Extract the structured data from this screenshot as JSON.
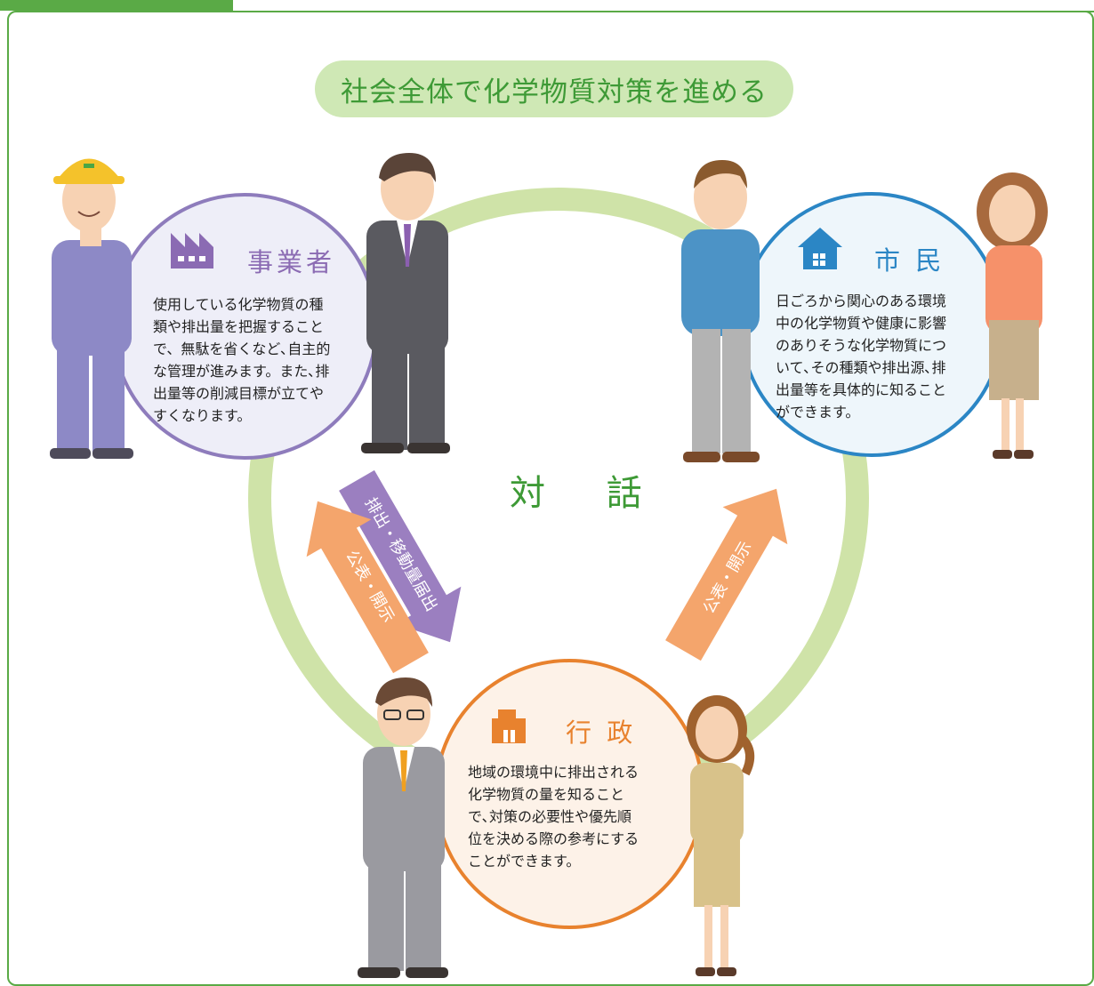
{
  "header": {
    "title": "社会全体で化学物質対策を進める"
  },
  "center": {
    "label": "対 話"
  },
  "roles": {
    "business": {
      "label": "事業者",
      "description_lines": [
        "使用している化学物質の種",
        "類や排出量を把握すること",
        "で、無駄を省くなど､自主的",
        "な管理が進みます。また､排",
        "出量等の削減目標が立てや",
        "すくなります。"
      ],
      "icon": "factory-icon",
      "color": "#8b6bb3"
    },
    "citizen": {
      "label": "市 民",
      "description_lines": [
        "日ごろから関心のある環境",
        "中の化学物質や健康に影響",
        "のありそうな化学物質につ",
        "いて､その種類や排出源､排",
        "出量等を具体的に知ること",
        "ができます。"
      ],
      "icon": "house-icon",
      "color": "#2b86c5"
    },
    "government": {
      "label": "行 政",
      "description_lines": [
        "地域の環境中に排出される",
        "化学物質の量を知ること",
        "で､対策の必要性や優先順",
        "位を決める際の参考にする",
        "ことができます。"
      ],
      "icon": "building-icon",
      "color": "#e8822e"
    }
  },
  "arrows": {
    "report": {
      "label": "排出・移動量届出",
      "color": "#9b7fc0"
    },
    "disclose_left": {
      "label": "公表・開示",
      "color": "#f4a56c"
    },
    "disclose_right": {
      "label": "公表・開示",
      "color": "#f4a56c"
    }
  },
  "colors": {
    "frame": "#5aaa46",
    "ring": "#cfe3a8",
    "title_bg": "#cfe8b5"
  }
}
